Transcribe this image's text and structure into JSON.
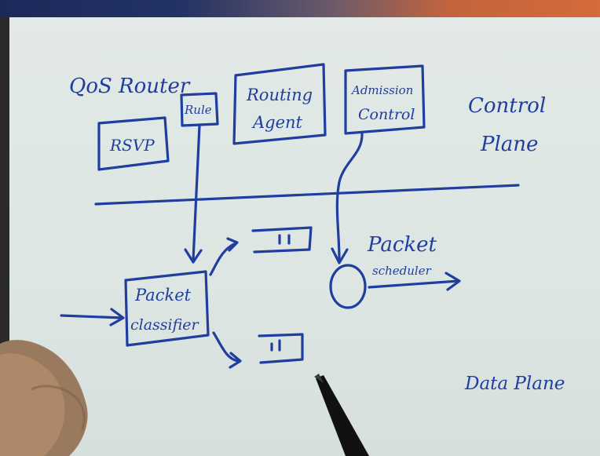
{
  "diagram": {
    "title": "QoS Router",
    "planes": {
      "control": [
        "Control",
        "Plane"
      ],
      "data": "Data Plane"
    },
    "control_boxes": {
      "rsvp": "RSVP",
      "rule": "Rule",
      "routing_agent": [
        "Routing",
        "Agent"
      ],
      "admission_control": [
        "Admission",
        "Control"
      ]
    },
    "data_plane": {
      "classifier": [
        "Packet",
        "classifier"
      ],
      "scheduler_title": "Packet",
      "scheduler_subtitle": "scheduler"
    }
  },
  "colors": {
    "ink": "#1f3ea0",
    "paper": "#e2e9e6"
  }
}
